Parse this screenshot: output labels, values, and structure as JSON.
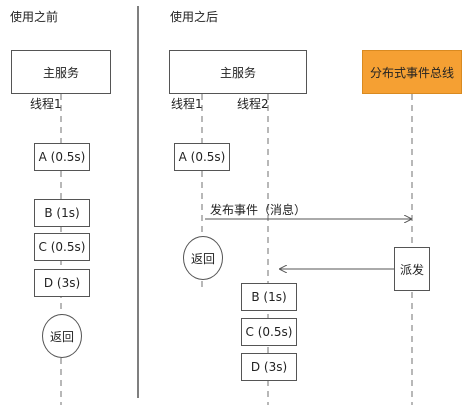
{
  "colors": {
    "bus": "#f5a033",
    "line": "#444444",
    "dash": "#888888"
  },
  "before": {
    "title": "使用之前",
    "main_service": "主服务",
    "thread1": "线程1",
    "tasks": [
      "A (0.5s)",
      "B (1s)",
      "C (0.5s)",
      "D (3s)"
    ],
    "return": "返回"
  },
  "after": {
    "title": "使用之后",
    "main_service": "主服务",
    "event_bus": "分布式事件总线",
    "thread1": "线程1",
    "thread2": "线程2",
    "task_a": "A (0.5s)",
    "publish": "发布事件（消息）",
    "dispatch": "派发",
    "return": "返回",
    "tasks": [
      "B (1s)",
      "C (0.5s)",
      "D (3s)"
    ]
  }
}
